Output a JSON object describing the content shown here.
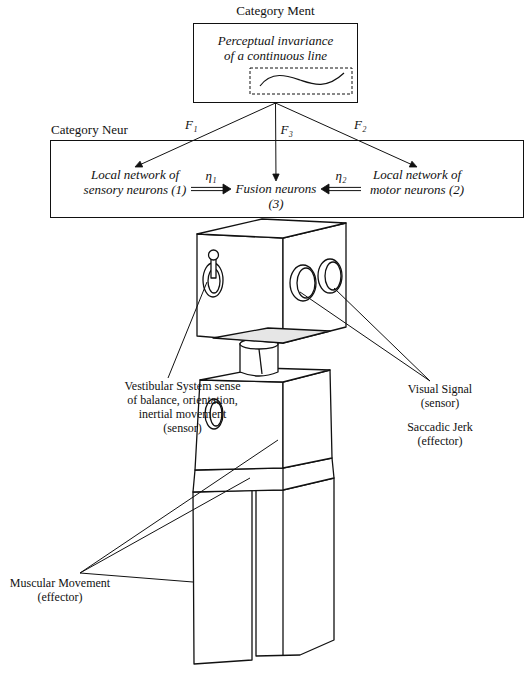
{
  "diagram": {
    "nodes": [
      {
        "text": [
          "Category Ment",
          "Perceptual invariance of a continuous line"
        ]
      },
      {
        "text": [
          "Category Neur"
        ]
      },
      {
        "text": [
          "Local network of sensory neurons (1)"
        ],
        "in": 1
      },
      {
        "text": [
          "Fusion neurons (3)"
        ],
        "in": 1
      },
      {
        "text": [
          "Local network of motor neurons (2)"
        ],
        "in": 1
      }
    ],
    "edges": [
      {
        "from": 0,
        "to": 2,
        "label": "F₁",
        "arrow": "to"
      },
      {
        "from": 0,
        "to": 3,
        "label": "F₃",
        "arrow": "to"
      },
      {
        "from": 0,
        "to": 4,
        "label": "F₂",
        "arrow": "to"
      },
      {
        "from": 2,
        "to": 3,
        "label": "η₁",
        "arrow": "to"
      },
      {
        "from": 4,
        "to": 3,
        "label": "η₂",
        "arrow": "to"
      }
    ],
    "labels": [
      "Vestibular System sense of balance, orientation, inertial movement (sensor)",
      "Visual Signal (sensor)",
      "Saccadic Jerk (effector)",
      "Muscular Movement (effector)"
    ]
  }
}
